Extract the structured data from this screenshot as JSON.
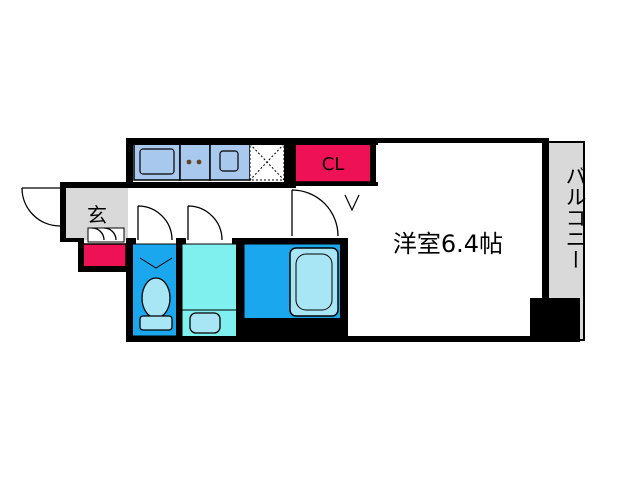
{
  "rooms": {
    "western_room": "洋室6.4帖",
    "closet": "CL",
    "entrance": "玄",
    "balcony": "バルコニー"
  },
  "colors": {
    "wall": "#000000",
    "closet_fill": "#ee1155",
    "entrance_fill": "#d9d9d9",
    "balcony_fill": "#d9d9d9",
    "toilet_room_fill": "#1aa7ee",
    "washroom_fill": "#80f0ee",
    "bath_fill": "#1aa7ee",
    "fixture_fill": "#a8e6f5",
    "kitchen_fill": "#a8c8ee"
  }
}
